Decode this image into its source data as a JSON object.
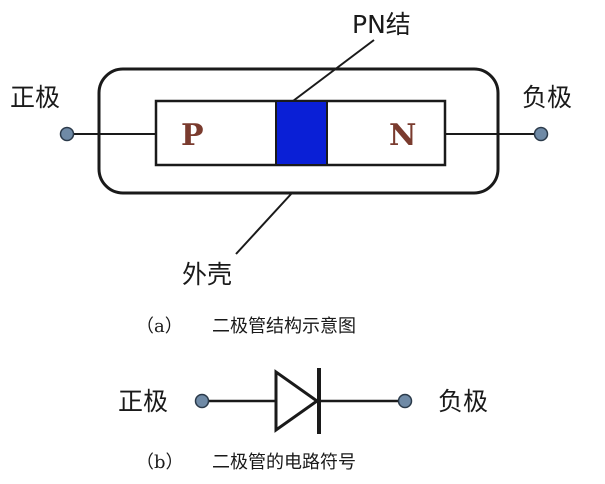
{
  "figure_a": {
    "pn_junction_label": "PN结",
    "anode_label": "正极",
    "cathode_label": "负极",
    "p_region_label": "P",
    "n_region_label": "N",
    "casing_label": "外壳",
    "caption_tag": "（a）",
    "caption_text": "二极管结构示意图"
  },
  "figure_b": {
    "anode_label": "正极",
    "cathode_label": "负极",
    "caption_tag": "（b）",
    "caption_text": "二极管的电路符号"
  },
  "colors": {
    "junction_fill": "#0a1fd6",
    "terminal_fill": "#6f8aa6",
    "region_letter": "#7a3b2e",
    "line": "#1a1a1a"
  }
}
